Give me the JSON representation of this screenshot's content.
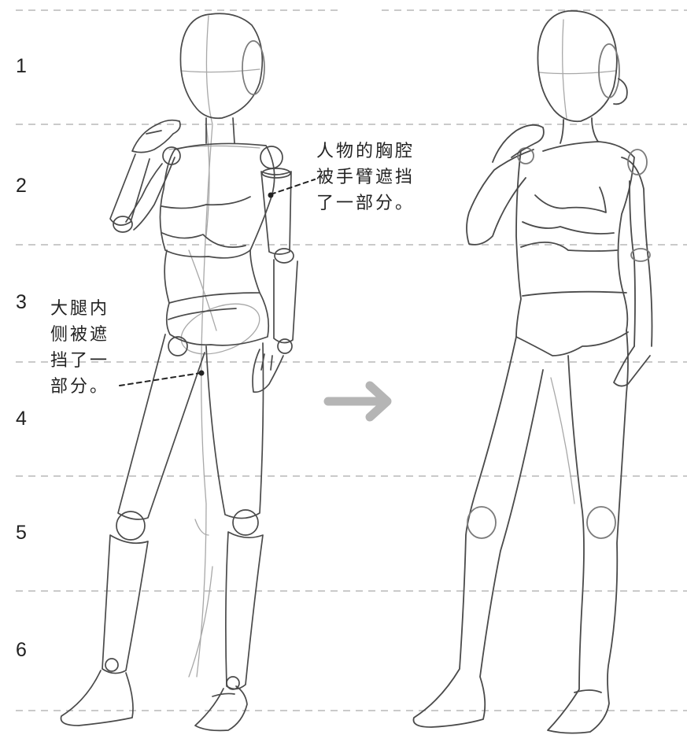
{
  "row_numbers": [
    "1",
    "2",
    "3",
    "4",
    "5",
    "6"
  ],
  "annotations": {
    "chest": [
      "人物的胸腔",
      "被手臂遮挡",
      "了一部分。"
    ],
    "thigh": [
      "大腿内",
      "侧被遮",
      "挡了一",
      "部分。"
    ]
  },
  "colors": {
    "guide_line": "#b8b8b8",
    "sketch_stroke": "#4a4a4a",
    "construction_stroke": "#a8a8a8",
    "arrow": "#b5b5b5",
    "text": "#222222"
  },
  "icons": {
    "transition_arrow": "right-arrow-icon"
  }
}
